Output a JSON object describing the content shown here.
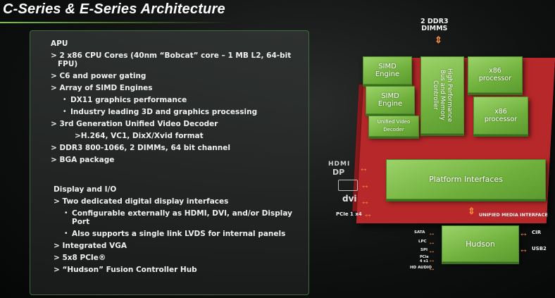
{
  "title": "C-Series & E-Series Architecture",
  "apu": {
    "heading": "APU",
    "lines": [
      "> 2 x86 CPU Cores (40nm “Bobcat” core – 1 MB L2, 64-bit",
      "FPU)",
      "> C6 and power gating",
      "> Array of SIMD Engines",
      "DX11 graphics performance",
      "Industry leading 3D and graphics processing",
      "> 3rd Generation Unified Video Decoder",
      ">H.264, VC1, DixX/Xvid format",
      "> DDR3 800-1066, 2 DIMMs, 64 bit channel",
      "> BGA package"
    ]
  },
  "display": {
    "heading": "Display and I/O",
    "lines": [
      "> Two dedicated digital display interfaces",
      "Configurable externally as  HDMI, DVI, and/or Display",
      "Port",
      "Also supports a single link LVDS for internal panels",
      "> Integrated VGA",
      "> 5x8 PCIe®",
      "> “Hudson” Fusion Controller Hub"
    ]
  },
  "diagram": {
    "ddr3": "2 DDR3\nDIMMS",
    "simd1": "SIMD\nEngine",
    "simd2": "SIMD\nEngine",
    "uvd": "Unified Video\nDecoder",
    "bus": "High Performance\nBus and Memory\nController",
    "x86a": "x86\nprocessor",
    "x86b": "x86\nprocessor",
    "platform": "Platform Interfaces",
    "hudson": "Hudson",
    "umi": "UNIFIED MEDIA INTERFACE",
    "hdmi_icon": "HDMI",
    "dp_icon": "DP",
    "dvi_icon": "dvi",
    "pcie_left": "PCIe 1 x4",
    "sata": "SATA",
    "lpc": "LPC",
    "spi": "SPI",
    "pcie4": "PCIe\n4 x1",
    "hdaudio": "HD AUDIO",
    "cir": "CIR",
    "usb2": "USB2"
  }
}
